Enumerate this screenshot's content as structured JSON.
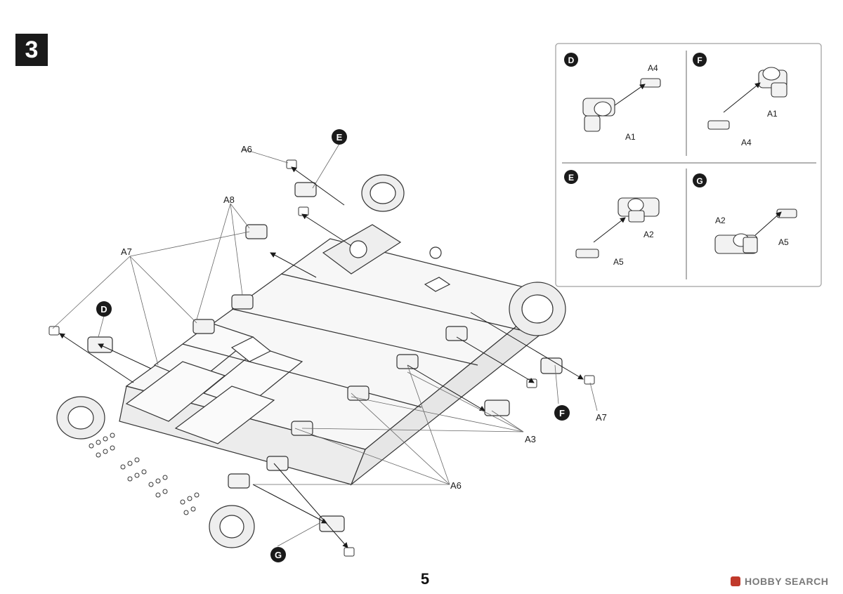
{
  "step": {
    "number": "3"
  },
  "page": {
    "number": "5"
  },
  "watermark": {
    "text": "HOBBY SEARCH"
  },
  "callouts": {
    "D": "D",
    "E": "E",
    "F": "F",
    "G": "G"
  },
  "part_labels": {
    "A1": "A1",
    "A2": "A2",
    "A3": "A3",
    "A4": "A4",
    "A5": "A5",
    "A6": "A6",
    "A7": "A7",
    "A8": "A8"
  },
  "inset": {
    "panels": [
      {
        "letter": "D",
        "parts": [
          "A4",
          "A1"
        ]
      },
      {
        "letter": "F",
        "parts": [
          "A1",
          "A4"
        ]
      },
      {
        "letter": "E",
        "parts": [
          "A2",
          "A5"
        ]
      },
      {
        "letter": "G",
        "parts": [
          "A2",
          "A5"
        ]
      }
    ]
  },
  "colors": {
    "ink": "#1a1a1a",
    "line": "#333333",
    "panel_border": "#888888",
    "hull_fill": "#f2f2f2"
  }
}
